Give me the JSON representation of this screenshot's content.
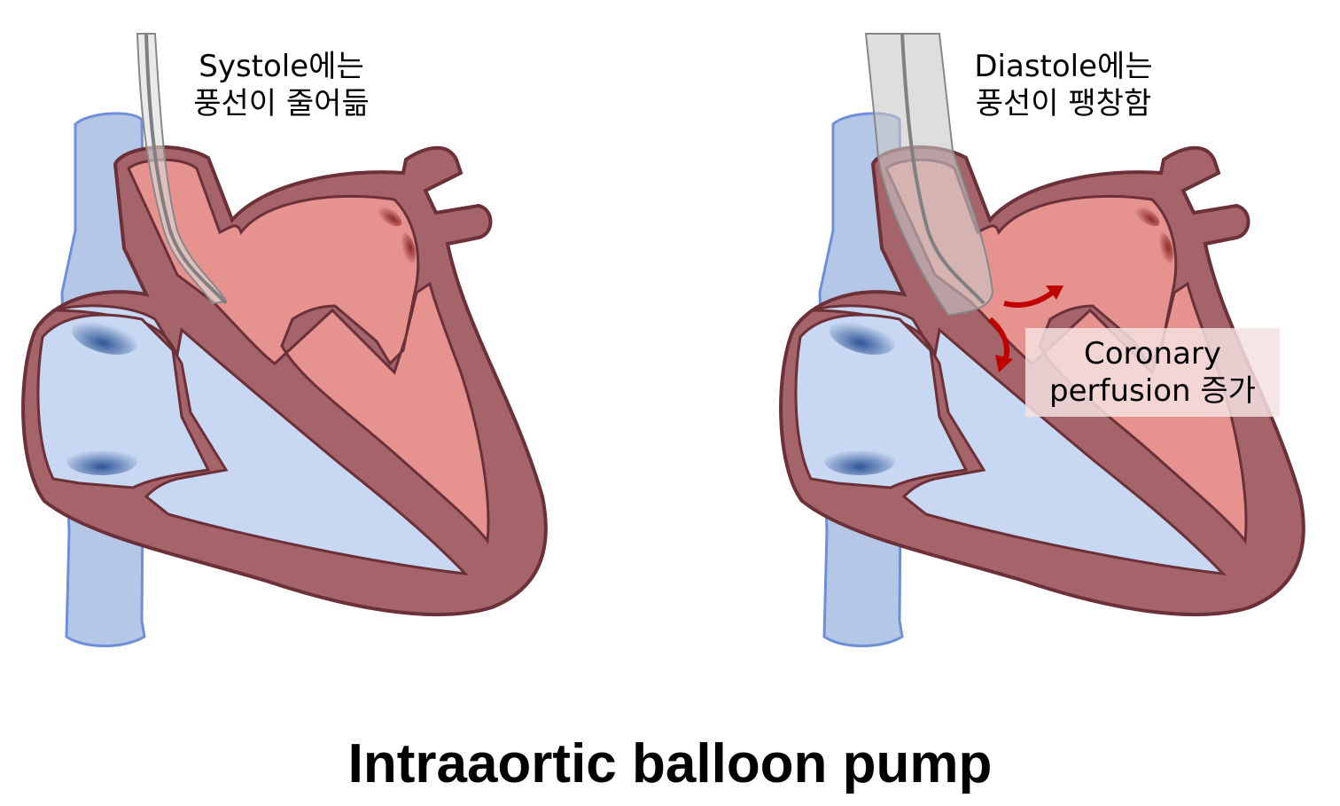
{
  "systole": {
    "line1": "Systole에는",
    "line2": "풍선이 줄어듦"
  },
  "diastole": {
    "line1": "Diastole에는",
    "line2": "풍선이 팽창함"
  },
  "coronary_box": {
    "line1": "Coronary",
    "line2": "perfusion 증가"
  },
  "title": "Intraaortic balloon pump",
  "colors": {
    "vein": "#b4c7e7",
    "vein_stroke": "#6f8fd6",
    "muscle": "#a5646a",
    "muscle_stroke": "#6b3038",
    "oxygenated": "#e6938f",
    "deoxygenated": "#c8d8f2",
    "arrow": "#c00000"
  }
}
